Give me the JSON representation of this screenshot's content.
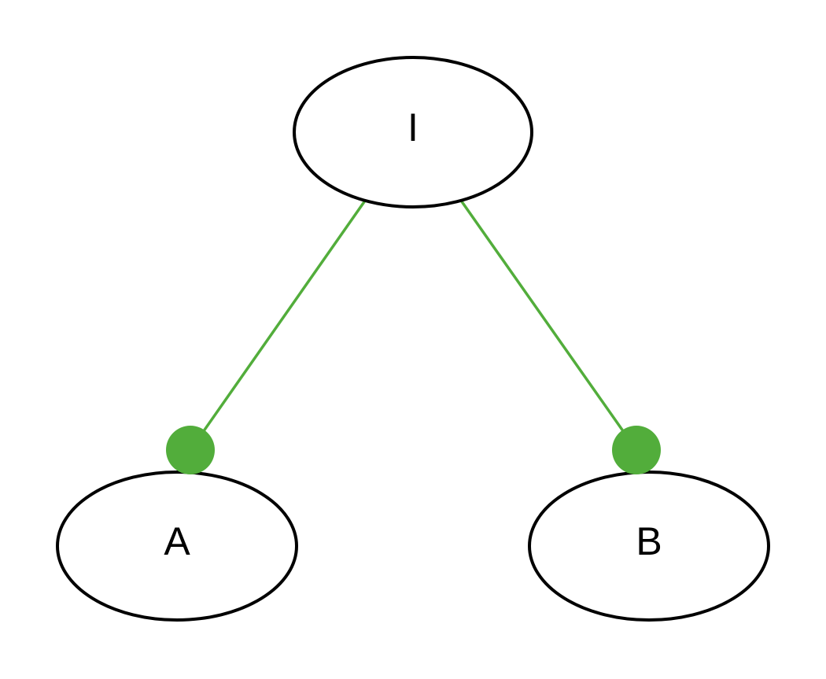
{
  "diagram": {
    "type": "node-link-graph",
    "background_color": "#ffffff",
    "nodes": [
      {
        "id": "I",
        "label": "I",
        "shape": "ellipse"
      },
      {
        "id": "A",
        "label": "A",
        "shape": "ellipse"
      },
      {
        "id": "B",
        "label": "B",
        "shape": "ellipse"
      }
    ],
    "edges": [
      {
        "source": "I",
        "target": "A",
        "style": "straight-line",
        "endpoint_marker": "filled-circle-at-target"
      },
      {
        "source": "I",
        "target": "B",
        "style": "straight-line",
        "endpoint_marker": "filled-circle-at-target"
      }
    ],
    "colors": {
      "edge_green": "#52ad3b",
      "endpoint_dot_green": "#52ad3b",
      "node_border": "#000000",
      "node_fill": "#ffffff",
      "label_color": "#000000"
    }
  }
}
